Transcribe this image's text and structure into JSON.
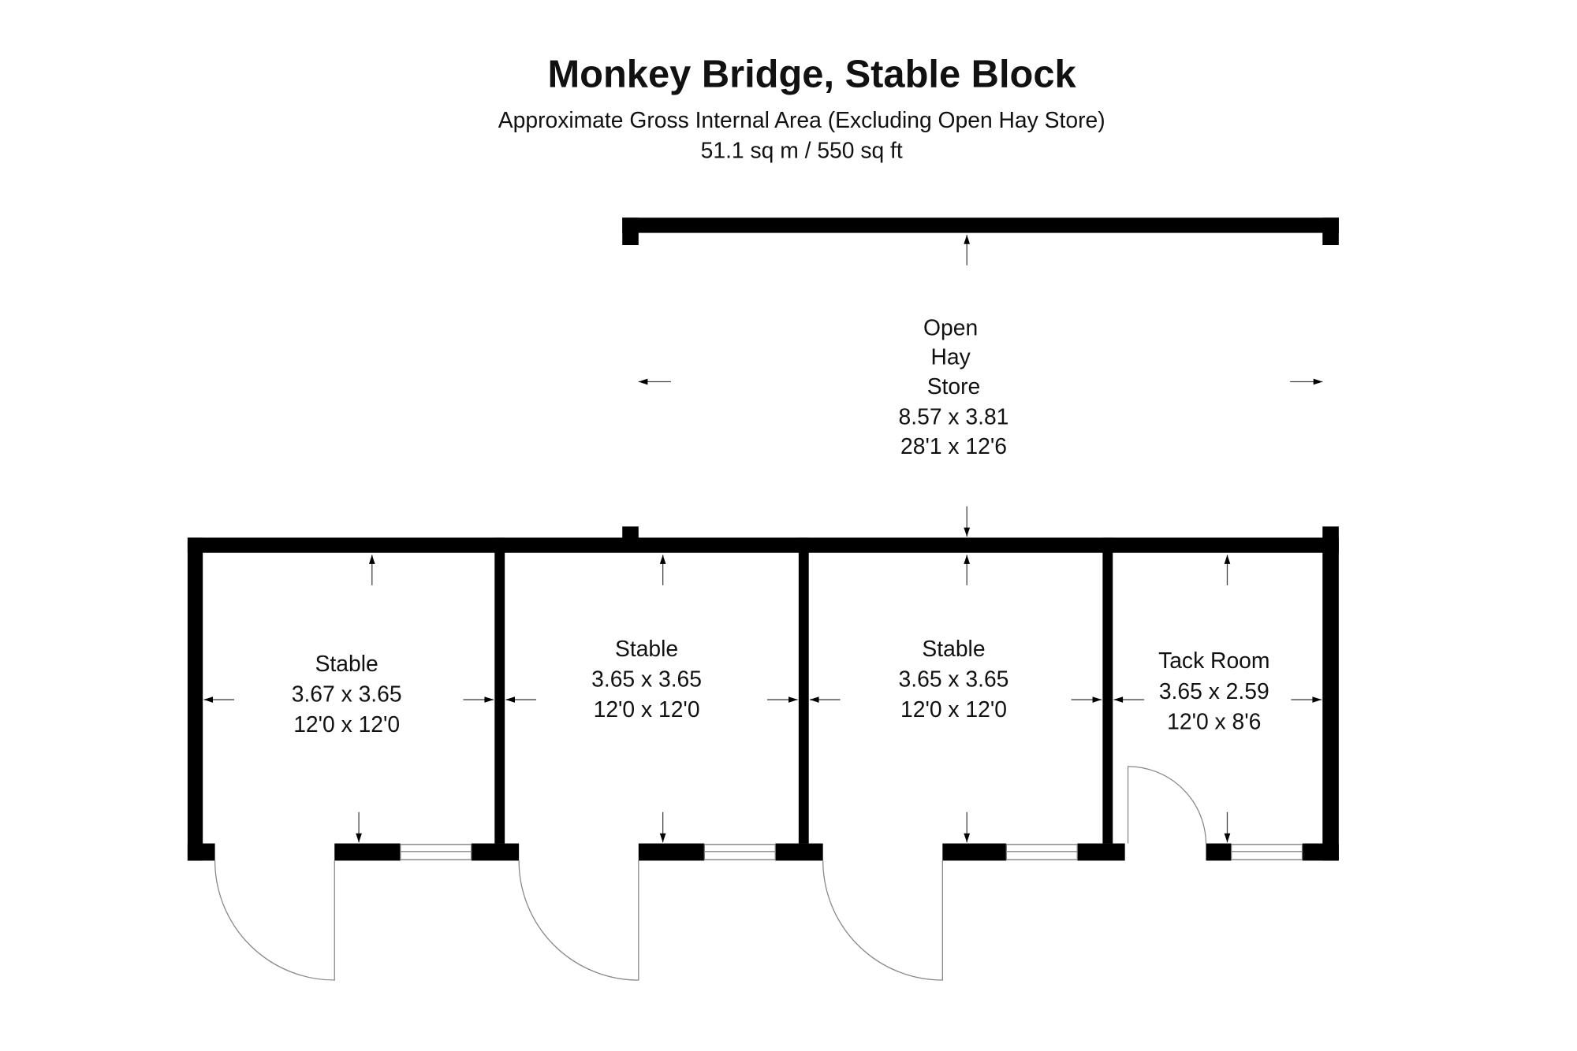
{
  "header": {
    "title": "Monkey Bridge, Stable Block",
    "subtitle": "Approximate Gross Internal Area (Excluding Open Hay Store)",
    "area": "51.1 sq m / 550 sq ft"
  },
  "rooms": [
    {
      "name": "Open",
      "name2": "Hay",
      "name3": "Store",
      "metric": "8.57 x 3.81",
      "imperial": "28'1 x 12'6"
    },
    {
      "name": "Stable",
      "metric": "3.67 x 3.65",
      "imperial": "12'0 x 12'0"
    },
    {
      "name": "Stable",
      "metric": "3.65 x 3.65",
      "imperial": "12'0 x 12'0"
    },
    {
      "name": "Stable",
      "metric": "3.65 x 3.65",
      "imperial": "12'0 x 12'0"
    },
    {
      "name": "Tack Room",
      "metric": "3.65 x 2.59",
      "imperial": "12'0 x 8'6"
    }
  ]
}
